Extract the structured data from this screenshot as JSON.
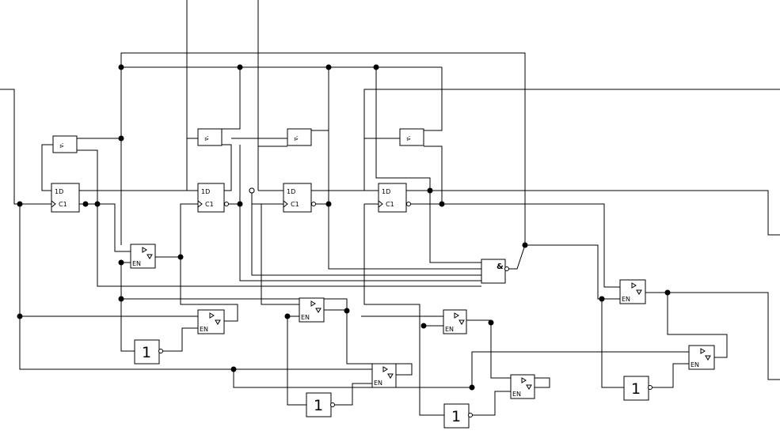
{
  "labels": {
    "dff_data": "1D",
    "dff_clock": "C1",
    "tristate_enable": "EN",
    "inverter": "1",
    "and_gate": "&"
  },
  "flip_flops": [
    {
      "id": "ff1"
    },
    {
      "id": "ff2"
    },
    {
      "id": "ff3"
    },
    {
      "id": "ff4"
    }
  ],
  "feedback_buffers": [
    {
      "id": "fb1"
    },
    {
      "id": "fb2"
    },
    {
      "id": "fb3"
    },
    {
      "id": "fb4"
    }
  ],
  "tristate_buffers": [
    {
      "id": "tb1"
    },
    {
      "id": "tb2"
    },
    {
      "id": "tb3"
    },
    {
      "id": "tb4"
    },
    {
      "id": "tb5"
    },
    {
      "id": "tb6"
    },
    {
      "id": "tb7"
    },
    {
      "id": "tb8"
    }
  ],
  "inverters": [
    {
      "id": "inv1"
    },
    {
      "id": "inv2"
    },
    {
      "id": "inv3"
    },
    {
      "id": "inv4"
    }
  ],
  "and_gates": [
    {
      "id": "and1"
    }
  ],
  "colors": {
    "line": "#000000",
    "background": "#ffffff"
  }
}
